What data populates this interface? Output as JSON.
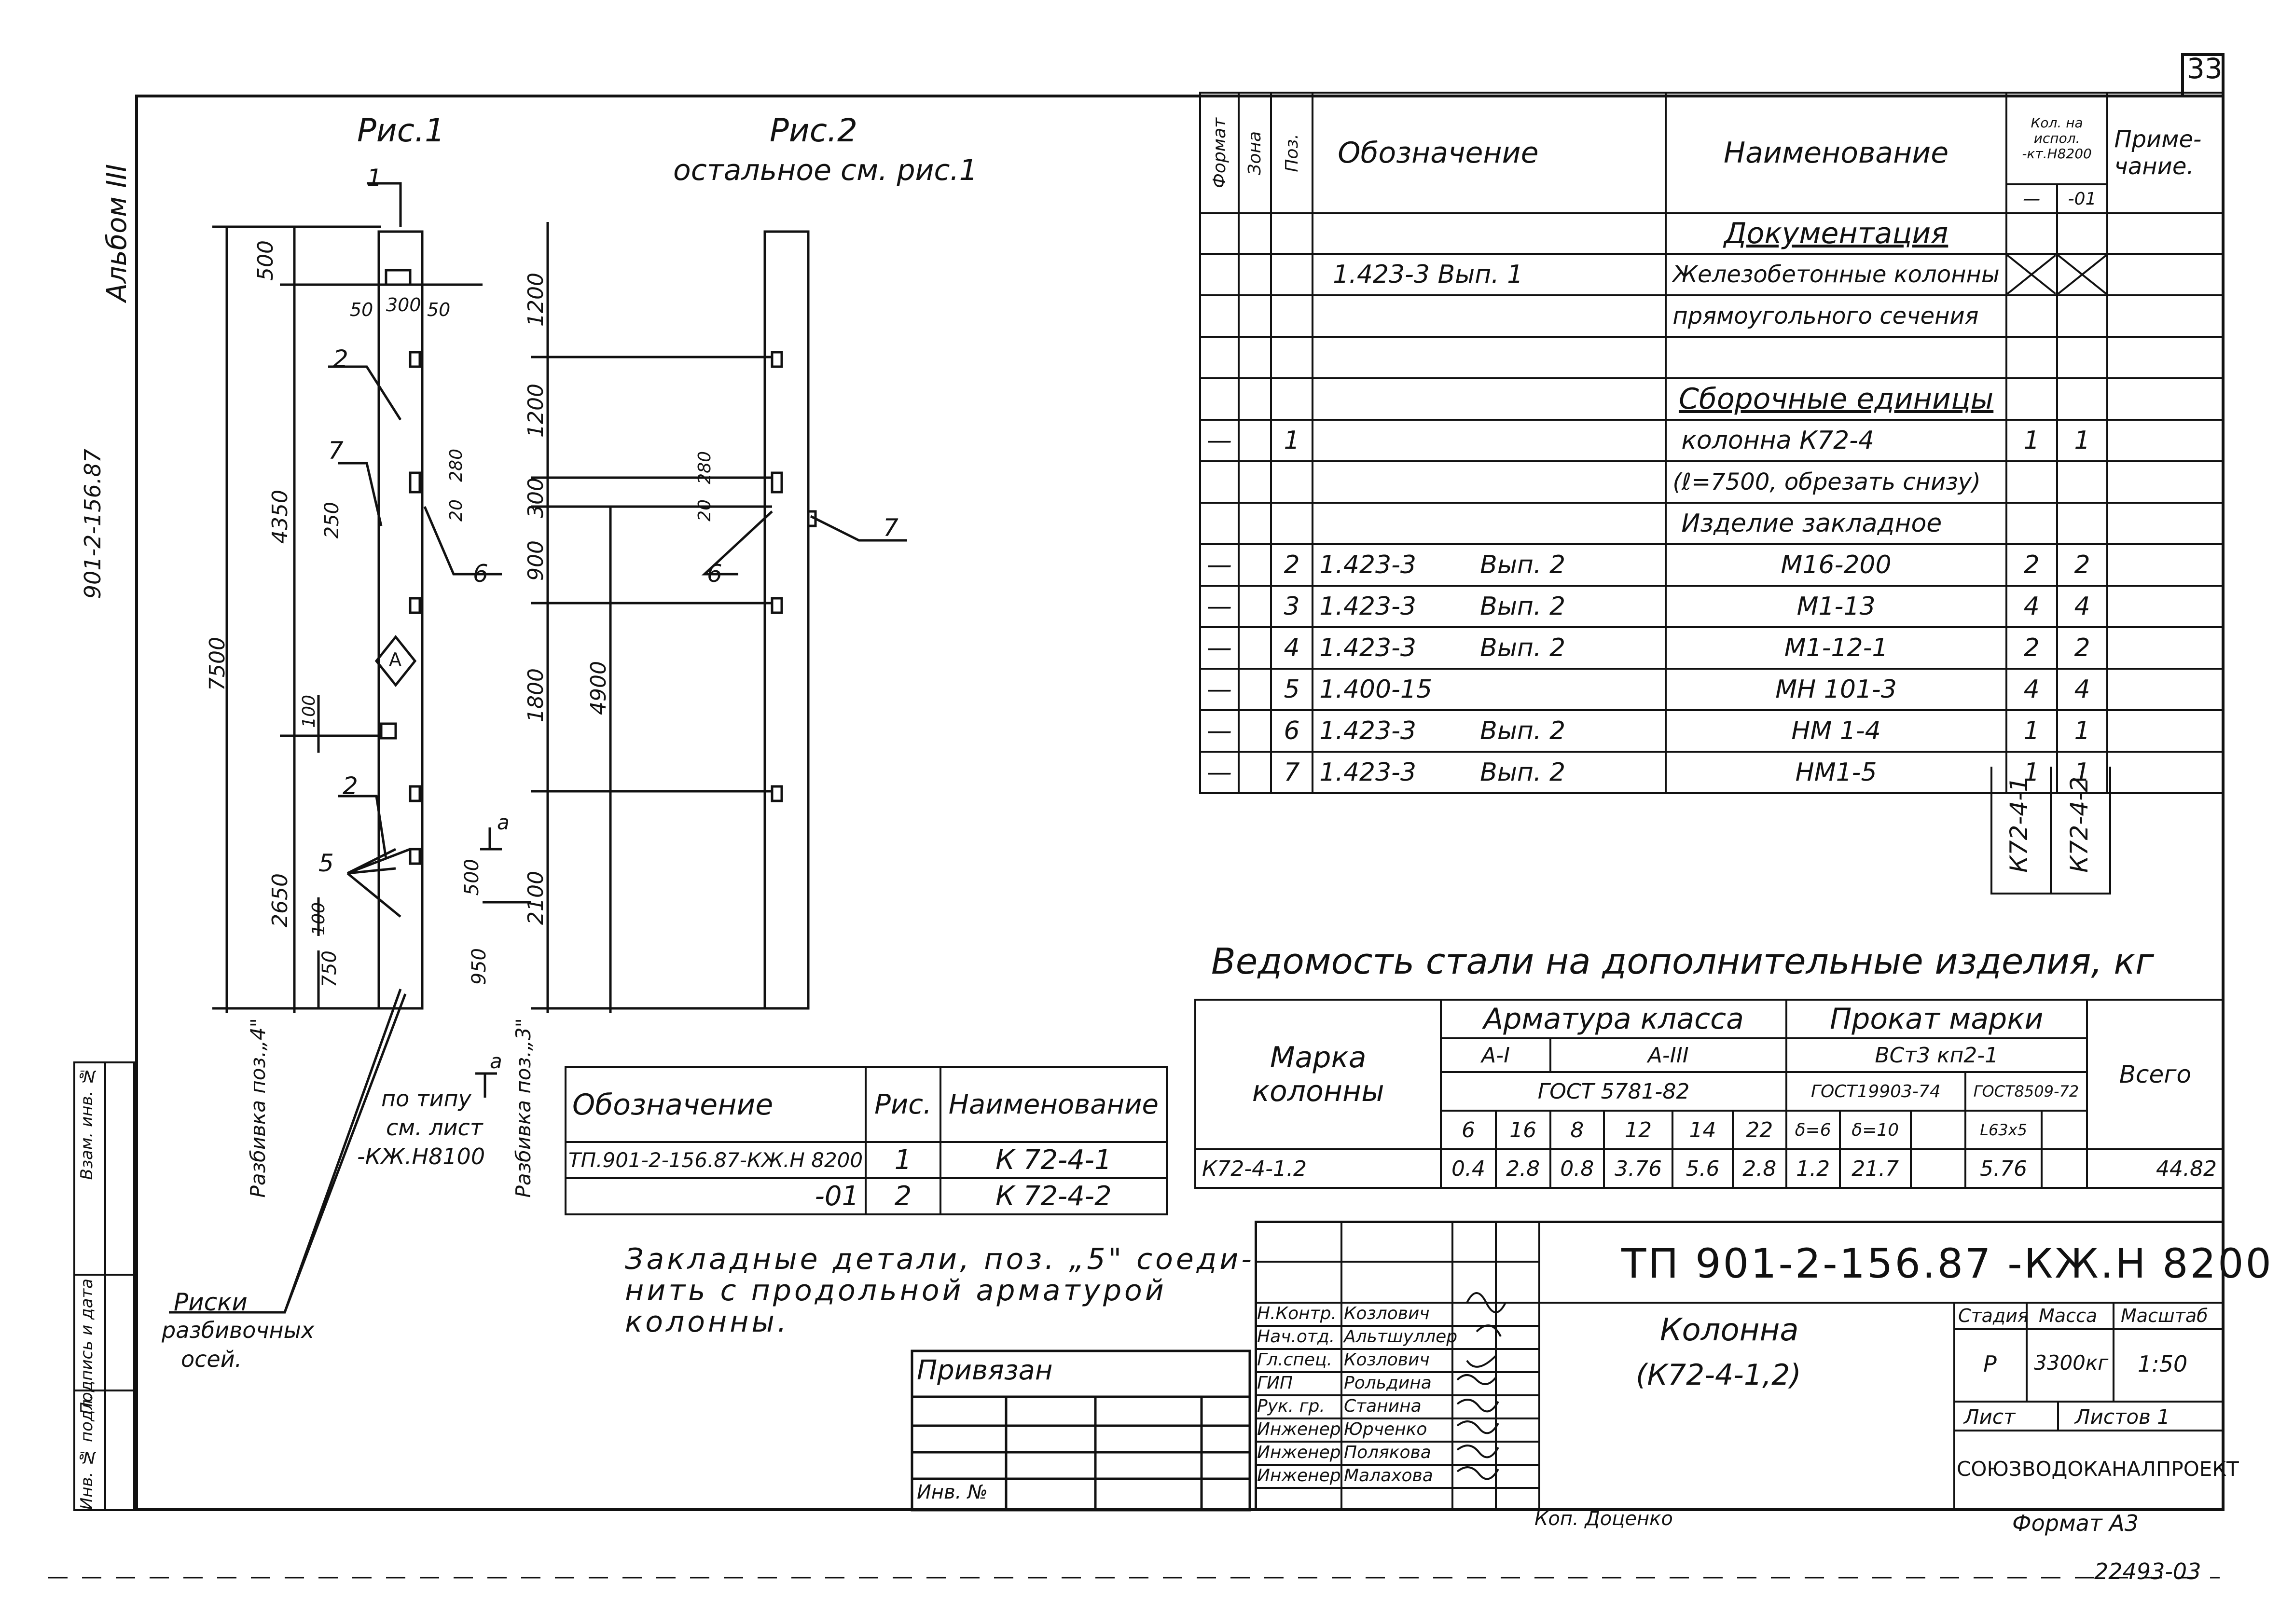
{
  "sheet_number": "33",
  "album_label": "Альбом III",
  "side_code": "901-2-156.87",
  "figures": {
    "fig1_title": "Рис.1",
    "fig2_title": "Рис.2",
    "fig2_subtitle": "остальное см. рис.1",
    "dims_left": [
      "500",
      "4350",
      "7500",
      "2650",
      "750",
      "100",
      "100",
      "250",
      "300",
      "50",
      "50"
    ],
    "dims_mid": [
      "1200",
      "1200",
      "300",
      "900",
      "1800",
      "2100",
      "950",
      "500",
      "280",
      "20",
      "280",
      "20",
      "4900"
    ],
    "pos_labels": [
      "1",
      "2",
      "7",
      "6",
      "6",
      "7",
      "2",
      "5"
    ],
    "axis_marker": "А",
    "section_mark": "а",
    "razbivka_left": "Разбивка поз.„4\"",
    "razbivka_right": "Разбивка поз.„3\"",
    "po_tipu": [
      "по типу",
      "см. лист",
      "-КЖ.Н8100"
    ],
    "riski": [
      "Риски",
      "разбивочных",
      "осей."
    ]
  },
  "spec": {
    "headers": {
      "format": "Формат",
      "zone": "Зона",
      "pos": "Поз.",
      "designation": "Обозначение",
      "name": "Наименование",
      "qty": "Кол. на испол. -кт.Н8200",
      "qty_a": "—",
      "qty_b": "-01",
      "note": "Приме- чание."
    },
    "section_doc": "Документация",
    "doc_row": {
      "designation": "1.423-3     Вып. 1",
      "name1": "Железобетонные колонны",
      "name2": "прямоугольного сечения"
    },
    "section_asm": "Сборочные единицы",
    "rows": [
      {
        "fmt": "—",
        "pos": "1",
        "designation": "",
        "name": "колонна К72-4",
        "a": "1",
        "b": "1"
      },
      {
        "fmt": "",
        "pos": "",
        "designation": "",
        "name": "(ℓ=7500, обрезать снизу)",
        "a": "",
        "b": ""
      },
      {
        "fmt": "",
        "pos": "",
        "designation": "",
        "name": "Изделие закладное",
        "a": "",
        "b": ""
      },
      {
        "fmt": "—",
        "pos": "2",
        "designation": "1.423-3        Вып. 2",
        "name": "М16-200",
        "a": "2",
        "b": "2"
      },
      {
        "fmt": "—",
        "pos": "3",
        "designation": "1.423-3        Вып. 2",
        "name": "М1-13",
        "a": "4",
        "b": "4"
      },
      {
        "fmt": "—",
        "pos": "4",
        "designation": "1.423-3        Вып. 2",
        "name": "М1-12-1",
        "a": "2",
        "b": "2"
      },
      {
        "fmt": "—",
        "pos": "5",
        "designation": "1.400-15",
        "name": "МН 101-3",
        "a": "4",
        "b": "4"
      },
      {
        "fmt": "—",
        "pos": "6",
        "designation": "1.423-3        Вып. 2",
        "name": "НМ 1-4",
        "a": "1",
        "b": "1"
      },
      {
        "fmt": "—",
        "pos": "7",
        "designation": "1.423-3        Вып. 2",
        "name": "НМ1-5",
        "a": "1",
        "b": "1"
      }
    ],
    "col_marks": [
      "К72-4-1",
      "К72-4-2"
    ]
  },
  "steel": {
    "title": "Ведомость стали на дополнительные изделия, кг",
    "marka_label": "Марка колонны",
    "arm_label": "Арматура класса",
    "prokat_label": "Прокат марки",
    "a1": "А-I",
    "a3": "А-III",
    "gost_arm": "ГОСТ 5781-82",
    "vst": "ВСт3 кп2-1",
    "gost1": "ГОСТ19903-74",
    "gost2": "ГОСТ8509-72",
    "total_label": "Всего",
    "diams": [
      "6",
      "16",
      "8",
      "12",
      "14",
      "22",
      "δ=6",
      "δ=10",
      "L63х5"
    ],
    "row": {
      "mark": "К72-4-1.2",
      "values": [
        "0.4",
        "2.8",
        "0.8",
        "3.76",
        "5.6",
        "2.8",
        "1.2",
        "21.7",
        "5.76"
      ],
      "total": "44.82"
    }
  },
  "figtable": {
    "headers": [
      "Обозначение",
      "Рис.",
      "Наименование"
    ],
    "rows": [
      [
        "ТП.901-2-156.87-КЖ.Н 8200",
        "1",
        "К 72-4-1"
      ],
      [
        "-01",
        "2",
        "К 72-4-2"
      ]
    ]
  },
  "note": [
    "Закладные детали, поз. „5\" соеди-",
    "нить с продольной арматурой",
    "колонны."
  ],
  "privyazan": "Привязан",
  "inv_label": "Инв. №",
  "left_strip": [
    "Инв. № подл.",
    "Подпись и дата",
    "Взам. инв. №"
  ],
  "title_block": {
    "code": "ТП 901-2-156.87 -КЖ.Н 8200",
    "object": "Колонна",
    "object2": "(К72-4-1,2)",
    "stage_label": "Стадия",
    "mass_label": "Масса",
    "scale_label": "Масштаб",
    "stage": "Р",
    "mass": "3300кг",
    "scale": "1:50",
    "sheet_label": "Лист",
    "sheets_label": "Листов 1",
    "org": "СОЮЗВОДОКАНАЛПРОЕКТ",
    "roles": [
      "Н.Контр.",
      "Нач.отд.",
      "Гл.спец.",
      "ГИП",
      "Рук. гр.",
      "Инженер",
      "Инженер",
      "Инженер"
    ],
    "names": [
      "Козлович",
      "Альтшуллер",
      "Козлович",
      "Рольдина",
      "Станина",
      "Юрченко",
      "Полякова",
      "Малахова"
    ]
  },
  "copied_by": "Коп. Доценко",
  "format": "Формат А3",
  "bottom_code": "22493-03"
}
